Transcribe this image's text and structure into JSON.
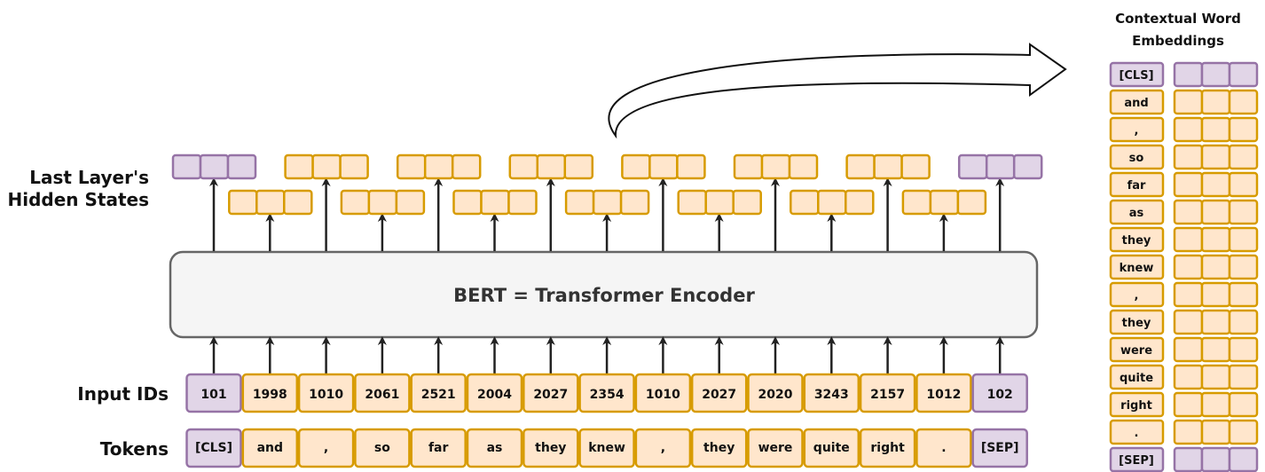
{
  "labels": {
    "hidden_states_line1": "Last Layer's",
    "hidden_states_line2": "Hidden States",
    "input_ids": "Input IDs",
    "tokens": "Tokens",
    "encoder": "BERT = Transformer Encoder",
    "contextual_line1": "Contextual Word",
    "contextual_line2": "Embeddings"
  },
  "tokens": [
    "[CLS]",
    "and",
    ",",
    "so",
    "far",
    "as",
    "they",
    "knew",
    ",",
    "they",
    "were",
    "quite",
    "right",
    ".",
    "[SEP]"
  ],
  "input_ids": [
    "101",
    "1998",
    "1010",
    "2061",
    "2521",
    "2004",
    "2027",
    "2354",
    "1010",
    "2027",
    "2020",
    "3243",
    "2157",
    "1012",
    "102"
  ],
  "colors": {
    "special_fill": "#e1d5e7",
    "special_stroke": "#9673a6",
    "token_fill": "#ffe6cc",
    "token_stroke": "#d79b00",
    "encoder_fill": "#f5f5f5",
    "encoder_stroke": "#666666",
    "arrow": "#222222"
  }
}
